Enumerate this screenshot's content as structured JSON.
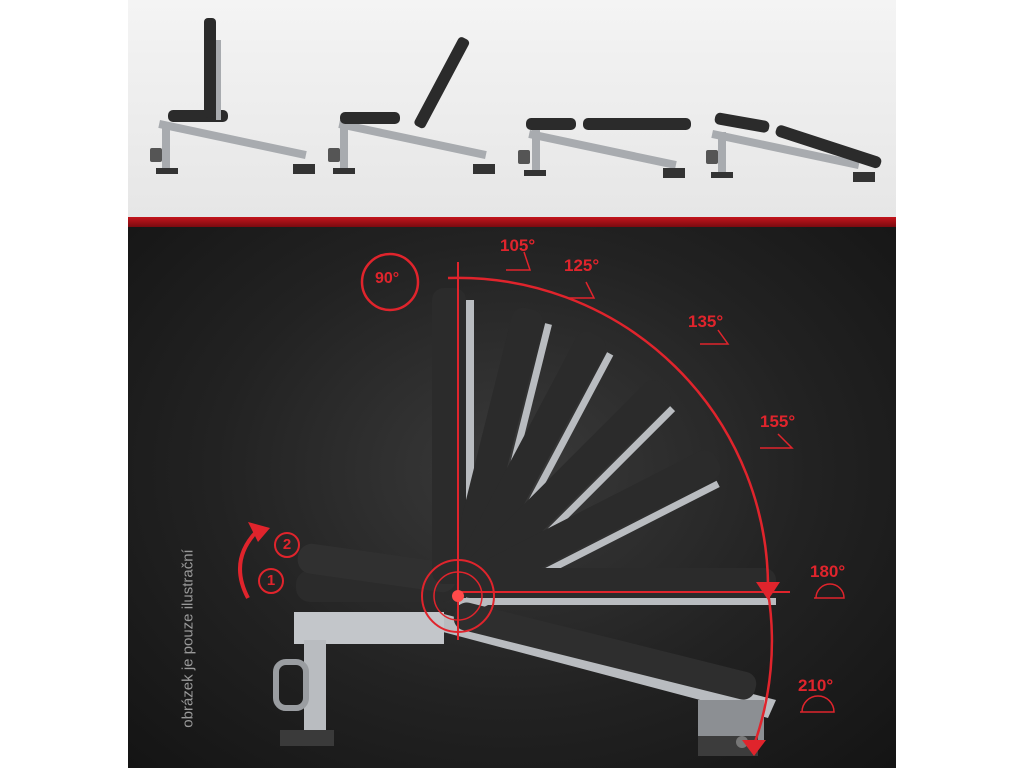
{
  "angles": [
    "105°",
    "125°",
    "135°",
    "155°",
    "180°",
    "210°"
  ],
  "start_angle": "90°",
  "steps": [
    "1",
    "2"
  ],
  "disclaimer": "obrázek je pouze ilustrační",
  "colors": {
    "accent": "#e0242c",
    "frame": "#b9bcc0",
    "pad": "#2b2b2b",
    "background_top": "#efefef",
    "background_bottom": "#222222"
  }
}
